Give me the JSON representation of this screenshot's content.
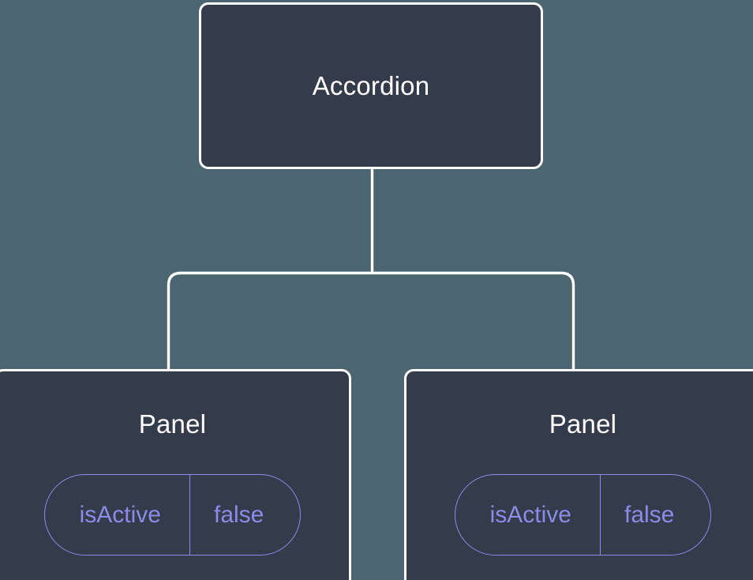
{
  "diagram": {
    "type": "component-tree",
    "background_color": "#4C6671",
    "node_fill_color": "#343B4A",
    "node_border_color": "#FFFFFF",
    "edge_color": "#FFFFFF",
    "accent_color": "#8A8CE8",
    "root": {
      "label": "Accordion"
    },
    "children": [
      {
        "label": "Panel",
        "state": {
          "key": "isActive",
          "value": "false"
        }
      },
      {
        "label": "Panel",
        "state": {
          "key": "isActive",
          "value": "false"
        }
      }
    ]
  }
}
